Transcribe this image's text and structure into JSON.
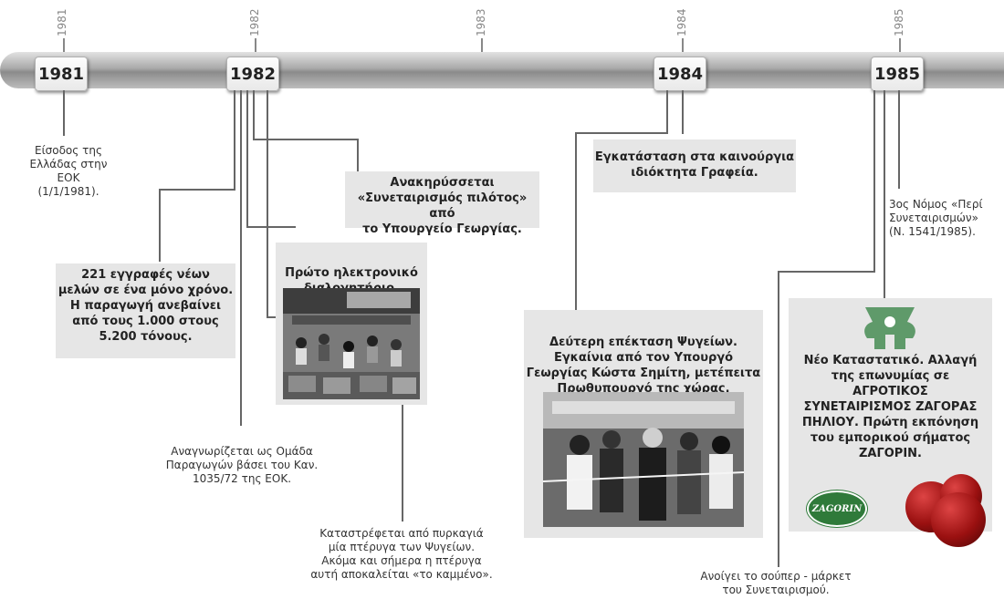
{
  "timeline": {
    "small_years": [
      "1981",
      "1982",
      "1983",
      "1984",
      "1985"
    ],
    "year_markers": [
      "1981",
      "1982",
      "1984",
      "1985"
    ]
  },
  "events": {
    "eok_entry": "Είσοδος της\nΕλλάδας στην ΕΟΚ\n(1/1/1981).",
    "growth_1982": "221 εγγραφές νέων\nμελών σε ένα μόνο χρόνο.\nΗ παραγωγή ανεβαίνει\nαπό τους 1.000 στους\n5.200 τόνους.",
    "pilot_coop": "Ανακηρύσσεται\n«Συνεταιρισμός πιλότος» από\nτο Υπουργείο Γεωργίας.",
    "first_sorter": "Πρώτο ηλεκτρονικό\nδιαλογητήριο.",
    "producer_group": "Αναγνωρίζεται ως Ομάδα\nΠαραγωγών βάσει του Καν.\n1035/72 της ΕΟΚ.",
    "fire": "Καταστρέφεται από πυρκαγιά\nμία πτέρυγα των Ψυγείων.\nΑκόμα και σήμερα η πτέρυγα\nαυτή αποκαλείται «το καμμένο».",
    "new_offices": "Εγκατάσταση στα καινούργια\nιδιόκτητα Γραφεία.",
    "second_expansion": "Δεύτερη επέκταση Ψυγείων.\nΕγκαίνια από τον Υπουργό\nΓεωργίας Κώστα Σημίτη, μετέπειτα\nΠρωθυπουργό της χώρας.",
    "law_1541": "3ος Νόμος «Περί\nΣυνεταιρισμών»\n(Ν. 1541/1985).",
    "new_statute": "Νέο Καταστατικό. Αλλαγή\nτης επωνυμίας σε\nΑΓΡΟΤΙΚΟΣ\nΣΥΝΕΤΑΙΡΙΣΜΟΣ ΖΑΓΟΡΑΣ\nΠΗΛΙΟΥ. Πρώτη εκπόνηση\nτου εμπορικού σήματος\nΖΑΓΟΡΙΝ.",
    "supermarket": "Ανοίγει το σούπερ - μάρκετ\nτου Συνεταιρισμού."
  },
  "brand_badge": "ZAGORIN",
  "colors": {
    "callout_bg": "#e6e6e6",
    "logo_green": "#5f9a6a",
    "apple_red": "#9a1010"
  }
}
